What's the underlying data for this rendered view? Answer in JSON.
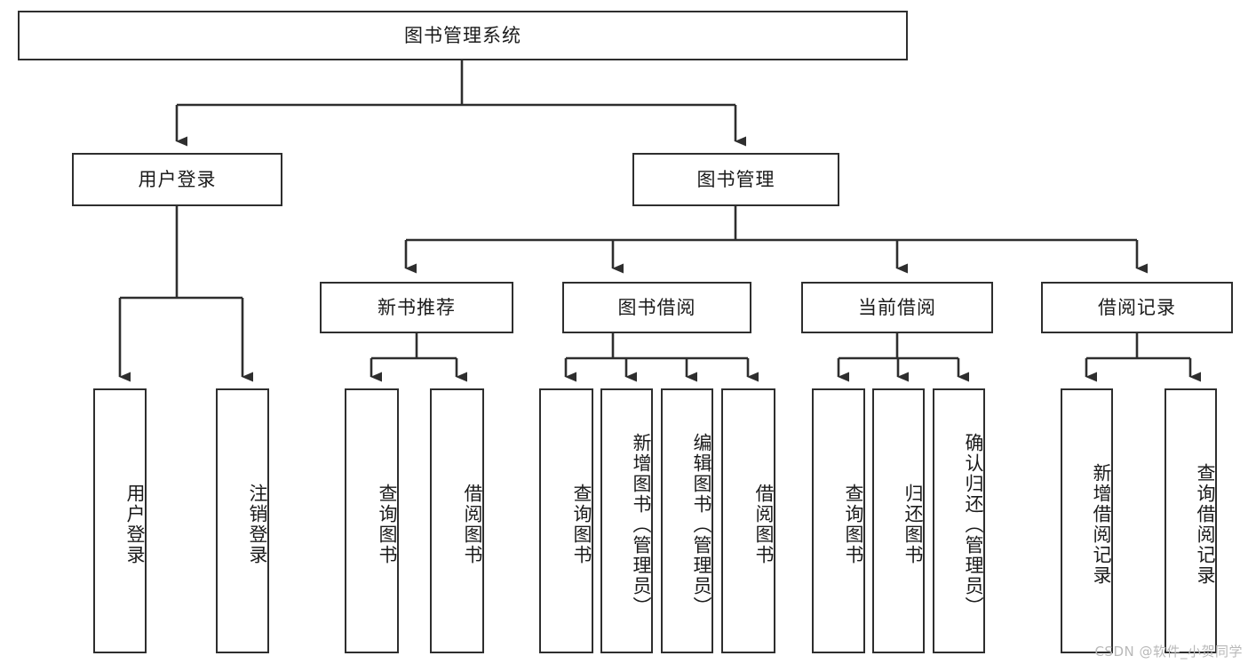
{
  "diagram": {
    "title_box": {
      "label": "图书管理系统"
    },
    "level1": [
      {
        "id": "user-login",
        "label": "用户登录"
      },
      {
        "id": "book-manage",
        "label": "图书管理"
      }
    ],
    "level2": [
      {
        "id": "new-book-recommend",
        "label": "新书推荐"
      },
      {
        "id": "book-borrow",
        "label": "图书借阅"
      },
      {
        "id": "current-borrow",
        "label": "当前借阅"
      },
      {
        "id": "borrow-record",
        "label": "借阅记录"
      }
    ],
    "leaves": {
      "user_login": [
        {
          "id": "leaf-user-login",
          "label": "用户登录"
        },
        {
          "id": "leaf-logout-login",
          "label": "注销登录"
        }
      ],
      "new_book_recommend": [
        {
          "id": "leaf-query-book-1",
          "label": "查询图书"
        },
        {
          "id": "leaf-borrow-book-1",
          "label": "借阅图书"
        }
      ],
      "book_borrow": [
        {
          "id": "leaf-query-book-2",
          "label": "查询图书"
        },
        {
          "id": "leaf-add-book",
          "label": "新增图书（管理员）"
        },
        {
          "id": "leaf-edit-book",
          "label": "编辑图书（管理员）"
        },
        {
          "id": "leaf-borrow-book-2",
          "label": "借阅图书"
        }
      ],
      "current_borrow": [
        {
          "id": "leaf-query-book-3",
          "label": "查询图书"
        },
        {
          "id": "leaf-return-book",
          "label": "归还图书"
        },
        {
          "id": "leaf-confirm-return",
          "label": "确认归还（管理员）"
        }
      ],
      "borrow_record": [
        {
          "id": "leaf-add-record",
          "label": "新增借阅记录"
        },
        {
          "id": "leaf-query-record",
          "label": "查询借阅记录"
        }
      ]
    },
    "watermark": "CSDN @软件_小贺同学",
    "colors": {
      "stroke": "#2e2e2e",
      "text": "#1b1b1b",
      "background": "#ffffff",
      "watermark": "#b9b9b9"
    }
  }
}
